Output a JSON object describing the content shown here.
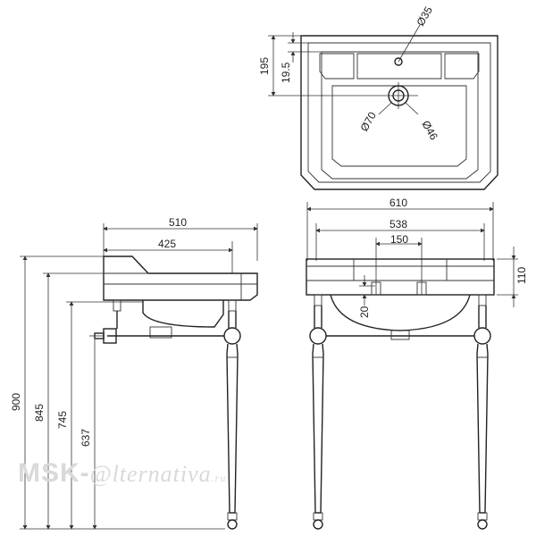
{
  "dimensions": {
    "top_depth": "195",
    "top_inset": "19.5",
    "tap_hole": "Ø35",
    "waste_outer": "Ø70",
    "waste_inner": "Ø46",
    "overall_width": "610",
    "bowl_width": "538",
    "tap_spacing": "150",
    "rim_height": "110",
    "drop": "20",
    "side_depth_overall": "510",
    "side_depth_inner": "425",
    "height_total": "900",
    "height_rim": "845",
    "height_bowl": "745",
    "height_waste": "637"
  },
  "watermark": {
    "brand": "MSK-",
    "at": "@",
    "script": "lternativa",
    "tld": ".ru"
  }
}
